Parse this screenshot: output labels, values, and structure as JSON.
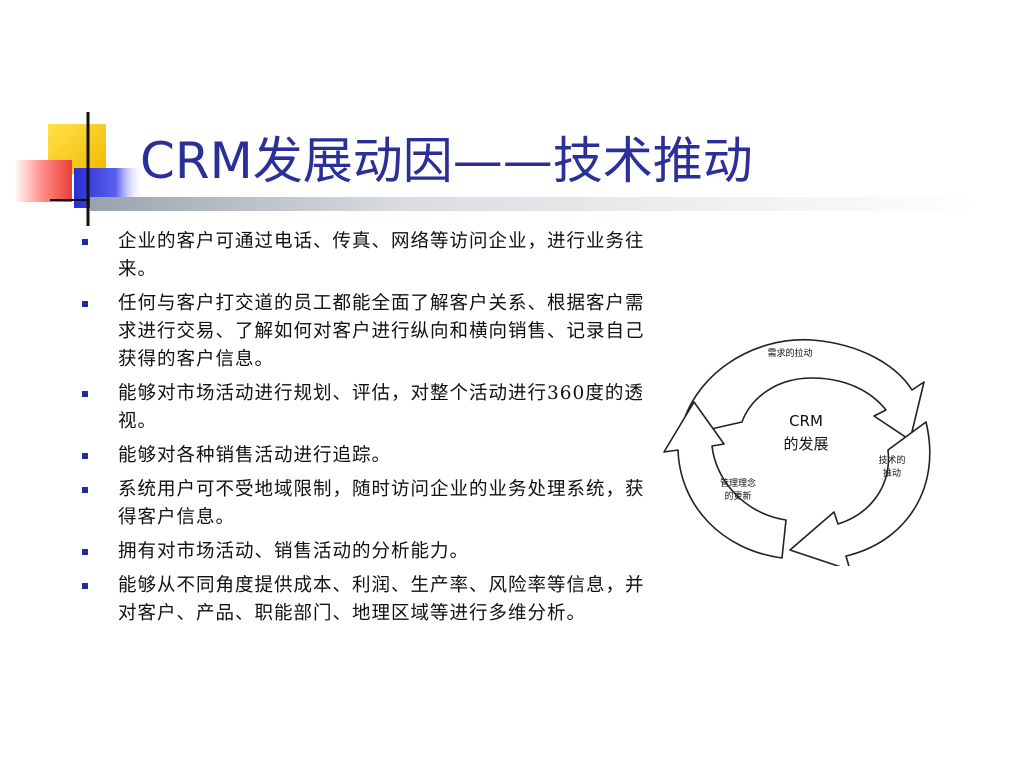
{
  "slide": {
    "title": "CRM发展动因——技术推动",
    "bullets": [
      "企业的客户可通过电话、传真、网络等访问企业，进行业务往来。",
      "任何与客户打交道的员工都能全面了解客户关系、根据客户需求进行交易、了解如何对客户进行纵向和横向销售、记录自己获得的客户信息。",
      "能够对市场活动进行规划、评估，对整个活动进行360度的透视。",
      "能够对各种销售活动进行追踪。",
      "系统用户可不受地域限制，随时访问企业的业务处理系统，获得客户信息。",
      "拥有对市场活动、销售活动的分析能力。",
      "能够从不同角度提供成本、利润、生产率、风险率等信息，并对客户、产品、职能部门、地理区域等进行多维分析。"
    ]
  },
  "diagram": {
    "center_line1": "CRM",
    "center_line2": "的发展",
    "top_label": "需求的拉动",
    "right_label_line1": "技术的",
    "right_label_line2": "推动",
    "left_label_line1": "管理理念",
    "left_label_line2": "的更新"
  },
  "colors": {
    "title": "#2b2f98",
    "bullet_marker": "#1f2aa0",
    "deco_yellow": "#f5c800",
    "deco_blue": "#3a3fd6",
    "deco_red": "#e8403a"
  }
}
